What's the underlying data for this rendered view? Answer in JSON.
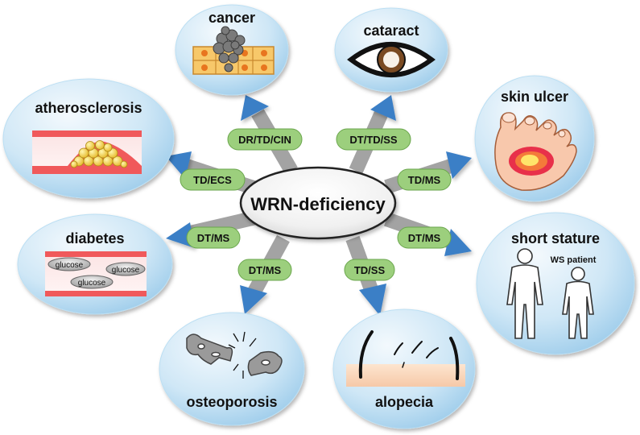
{
  "center": {
    "label": "WRN-deficiency"
  },
  "conditions": {
    "cancer": "cancer",
    "cataract": "cataract",
    "skin_ulcer": "skin ulcer",
    "short_stature": "short stature",
    "alopecia": "alopecia",
    "osteoporosis": "osteoporosis",
    "diabetes": "diabetes",
    "atherosclerosis": "atherosclerosis"
  },
  "mechanisms": {
    "cancer": "DR/TD/CIN",
    "cataract": "DT/TD/SS",
    "skin_ulcer": "TD/MS",
    "short_stature": "DT/MS",
    "alopecia": "TD/SS",
    "osteoporosis": "DT/MS",
    "diabetes": "DT/MS",
    "atherosclerosis": "TD/ECS"
  },
  "details": {
    "glucose_1": "glucose",
    "glucose_2": "glucose",
    "glucose_3": "glucose",
    "ws_patient": "WS patient"
  },
  "colors": {
    "bubble_light": "#eaf5fc",
    "bubble_dark": "#a9d3ee",
    "arrow_blue": "#3b7fc6",
    "stem_gray": "#a3a3a3",
    "tag_green": "#9ccf7d",
    "red": "#f0595b",
    "cell_orange": "#f7c86a"
  }
}
